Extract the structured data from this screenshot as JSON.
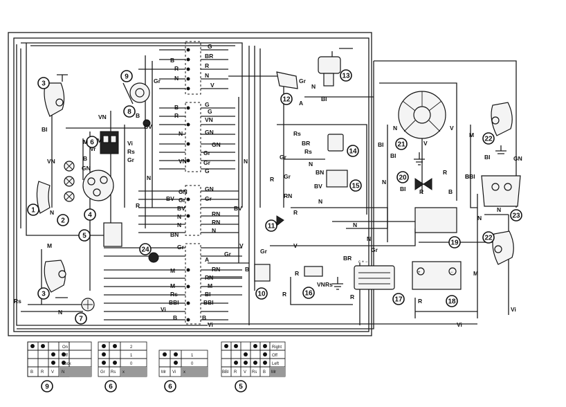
{
  "wire_labels": {
    "g_top": "G",
    "br_top": "BR",
    "b_top1": "B",
    "r_top1": "R",
    "r_top2": "R",
    "n_top1": "N",
    "n_top2": "N",
    "v_top1": "V",
    "gr_top": "Gr",
    "b_mid1": "B",
    "g_mid1": "G",
    "g_mid2": "G",
    "r_mid1": "R",
    "vn_mid1": "VN",
    "b_mid2": "B",
    "bv_mid": "BV",
    "n_mid1": "N",
    "gn_mid1": "GN",
    "vi_mid1": "Vi",
    "m_mid1": "M",
    "rs_mid1": "Rs",
    "gr_mid1": "Gr",
    "gn_mid2": "GN",
    "gr_mid2": "Gr",
    "vn_mid2": "VN",
    "gr_mid3": "Gr",
    "g_mid3": "G",
    "vn_left": "VN",
    "m_left": "M",
    "vr_left": "Vr",
    "gn_left": "GN",
    "b_left": "B",
    "n_left": "N",
    "bi_left": "BI",
    "vn_vert": "VN",
    "gn_mid3": "GN",
    "gn_mid4": "GN",
    "gr_mid4": "Gr",
    "gr_mid5": "Gr",
    "bv_mid2": "BV",
    "bv_mid3": "BV",
    "n_mid2": "N",
    "rn_mid1": "RN",
    "n_mid3": "N",
    "rn_mid2": "RN",
    "n_mid4": "N",
    "bn_mid1": "BN",
    "gr_low1": "Gr",
    "gr_low2": "Gr",
    "a_low": "A",
    "rn_low1": "RN",
    "m_low1": "M",
    "rn_low2": "RN",
    "m_low2": "M",
    "m_low3": "M",
    "rs_low": "Rs",
    "bi_low": "BI",
    "bbi_low": "BBI",
    "bbi_low2": "BBI",
    "vi_low": "Vi",
    "b_low": "B",
    "b_low2": "B",
    "vi_low2": "Vi",
    "m_left2": "M",
    "rs_left": "Rs",
    "n_bot_left": "N",
    "vi_bot": "Vi",
    "rs_14a": "Rs",
    "br_14": "BR",
    "rs_14b": "Rs",
    "n_14": "N",
    "gr_14": "Gr",
    "bn_15": "BN",
    "bv_15": "BV",
    "n_15": "N",
    "bi_13": "BI",
    "n_13": "N",
    "a_12": "A",
    "gr_12": "Gr",
    "n_21": "N",
    "v_21": "V",
    "bi_21": "BI",
    "bi_21b": "BI",
    "n_21b": "N",
    "v_20": "V",
    "r_20": "R",
    "b_20": "B",
    "bi_20": "BI",
    "bi_20b": "BI",
    "n_19": "N",
    "n_19b": "N",
    "n_19c": "N",
    "m_22": "M",
    "bi_22": "BI",
    "gn_23": "GN",
    "bbi_23": "BBI",
    "m_22b": "M",
    "n_22": "N",
    "vi_right": "Vi",
    "r_17": "R",
    "r_18": "R",
    "br_16": "BR",
    "v_16": "V",
    "gr_16": "Gr",
    "r_16": "R",
    "vn_16": "VN",
    "rs_16": "Rs",
    "b_10": "B",
    "gr_10": "Gr",
    "n_11": "N",
    "r_11": "R",
    "rn_11": "RN",
    "gr_11": "Gr",
    "r_mid": "R",
    "v_low": "V",
    "n_v1": "N",
    "r_v1": "R",
    "r_v2": "R",
    "r_vert": "R",
    "bv_right": "BV"
  },
  "components": {
    "c1": "1",
    "c2": "2",
    "c3a": "3",
    "c3b": "3",
    "c4": "4",
    "c5": "5",
    "c6": "6",
    "c7": "7",
    "c8": "8",
    "c9": "9",
    "c10": "10",
    "c11": "11",
    "c12": "12",
    "c13": "13",
    "c14": "14",
    "c15": "15",
    "c16": "16",
    "c17": "17",
    "c18": "18",
    "c19": "19",
    "c20": "20",
    "c21": "21",
    "c22a": "22",
    "c22b": "22",
    "c23": "23",
    "c24": "24"
  },
  "switch_tables": [
    {
      "id": "9",
      "rows": [
        "On",
        "Off",
        "Lock"
      ],
      "columns": [
        "B",
        "R",
        "V",
        "N"
      ]
    },
    {
      "id": "6",
      "rows": [
        "2",
        "1",
        "0"
      ],
      "columns": [
        "Gr",
        "Rs",
        "x"
      ]
    },
    {
      "id": "6",
      "rows": [
        "1",
        "0"
      ],
      "columns": [
        "Mr",
        "Vi",
        "x"
      ]
    },
    {
      "id": "5",
      "rows": [
        "Right",
        "Off",
        "Left"
      ],
      "columns": [
        "BBI",
        "R",
        "V",
        "Rs",
        "B",
        "Mr"
      ]
    }
  ],
  "terminal_marks": {
    "plus": "+",
    "minus": "−",
    "rect_terms": "c + −"
  }
}
